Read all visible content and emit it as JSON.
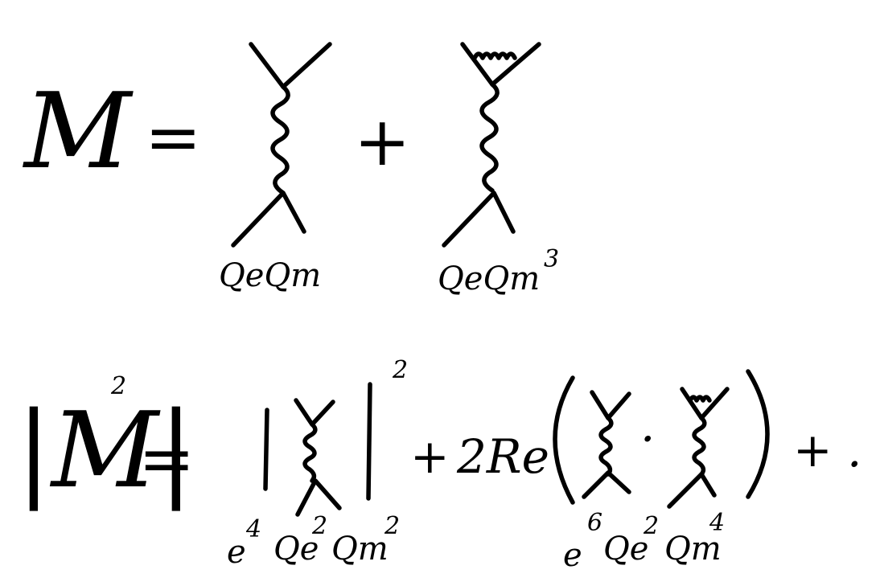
{
  "row1": {
    "lhs": "M",
    "equals": "=",
    "plus": "+",
    "term1_label": "QeQm",
    "term2_label": "QeQm",
    "term2_label_power": "3"
  },
  "row2": {
    "lhs": "|M|",
    "lhs_power": "2",
    "equals": "=",
    "abs_power": "2",
    "plus": "+",
    "coeff": "2Re",
    "open_paren": "(",
    "dot": "·",
    "close_paren": ")",
    "trailing": "+ . . .",
    "term1_label": {
      "e": "e",
      "e_power": "4",
      "qe": "Qe",
      "qe_power": "2",
      "qm": "Qm",
      "qm_power": "2"
    },
    "term2_label": {
      "e": "e",
      "e_power": "6",
      "qe": "Qe",
      "qe_power": "2",
      "qm": "Qm",
      "qm_power": "4"
    }
  }
}
